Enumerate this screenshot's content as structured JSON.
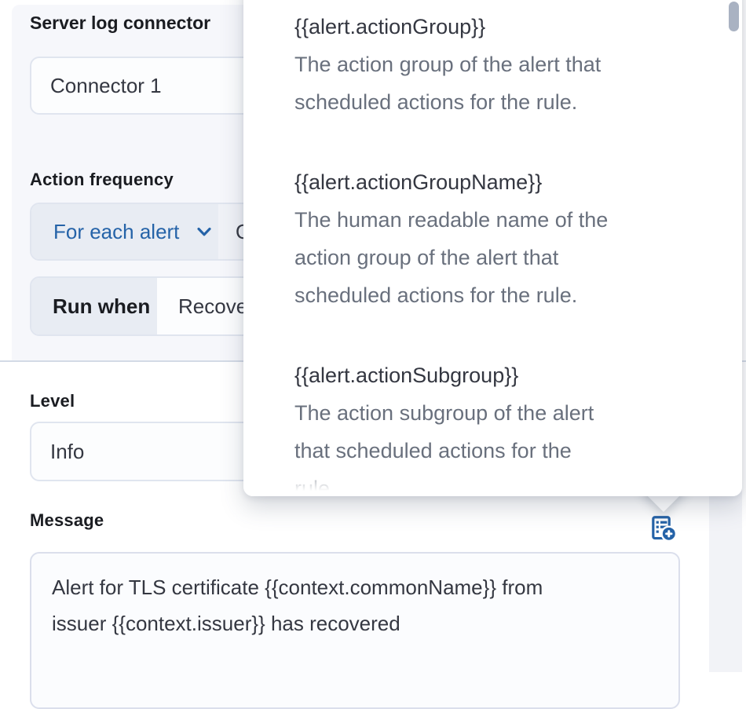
{
  "colors": {
    "accent_blue": "#2563a8",
    "panel_bg": "#f6f7fb",
    "divider": "#d3dae6",
    "description_gray": "#69707d"
  },
  "panel": {
    "title": "Server log connector",
    "connector_select": {
      "value": "Connector 1"
    },
    "action_frequency": {
      "label": "Action frequency",
      "frequency_select": {
        "value": "For each alert"
      },
      "interval_select": {
        "value": "On check intervals"
      },
      "run_when": {
        "label": "Run when",
        "value": "Recovered"
      }
    }
  },
  "params": {
    "level": {
      "label": "Level",
      "value": "Info"
    },
    "message": {
      "label": "Message",
      "add_variable_icon": "add-variable-icon",
      "value": "Alert for TLS certificate {{context.commonName}} from\nissuer {{context.issuer}} has recovered"
    }
  },
  "variables_popover": {
    "items": [
      {
        "name": "{{alert.actionGroup}}",
        "description": "The action group of the alert that\nscheduled actions for the rule."
      },
      {
        "name": "{{alert.actionGroupName}}",
        "description": "The human readable name of the\naction group of the alert that\nscheduled actions for the rule."
      },
      {
        "name": "{{alert.actionSubgroup}}",
        "description": "The action subgroup of the alert\nthat scheduled actions for the\nrule."
      }
    ]
  }
}
